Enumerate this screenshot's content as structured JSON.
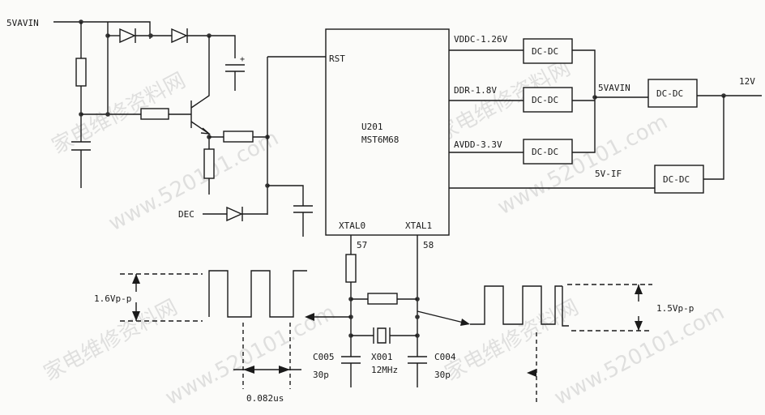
{
  "labels": {
    "vin_left": "5VAVIN",
    "rst": "RST",
    "chip_ref": "U201",
    "chip_part": "MST6M68",
    "xtal0": "XTAL0",
    "xtal1": "XTAL1",
    "pin57": "57",
    "pin58": "58",
    "vddc": "VDDC-1.26V",
    "ddr": "DDR-1.8V",
    "avdd": "AVDD-3.3V",
    "vif": "5V-IF",
    "vin_right": "5VAVIN",
    "v12": "12V",
    "dcdc": "DC-DC",
    "dec": "DEC",
    "amp_left": "1.6Vp-p",
    "amp_right": "1.5Vp-p",
    "period": "0.082us",
    "c005": "C005",
    "c005_val": "30p",
    "c004": "C004",
    "c004_val": "30p",
    "x001": "X001",
    "x001_val": "12MHz"
  },
  "watermarks": [
    "家电维修资料网",
    "www.520101.com"
  ],
  "colors": {
    "ink": "#1a1a1a",
    "paper": "#fbfbf9",
    "watermark": "#c9c9c9"
  }
}
